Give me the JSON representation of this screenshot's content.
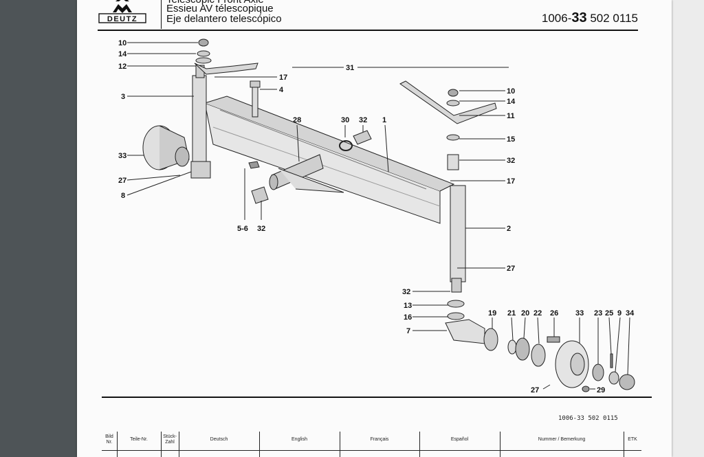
{
  "header": {
    "brand": "DEUTZ",
    "title_en": "Telescopic Front Axle",
    "title_fr": "Essieu AV télescopique",
    "title_es": "Eje delantero telescópico",
    "code_prefix": "1006-",
    "code_main": "33",
    "code_suffix": " 502 0115"
  },
  "callouts": {
    "left_col": [
      "10",
      "14",
      "12",
      "3",
      "33",
      "27",
      "8"
    ],
    "n17a": "17",
    "n4": "4",
    "n31": "31",
    "n28": "28",
    "n30": "30",
    "n32a": "32",
    "n1": "1",
    "n56": "5-6",
    "n32b": "32",
    "right_col": [
      "10",
      "14",
      "11",
      "15",
      "32",
      "17",
      "2",
      "27"
    ],
    "lower_left": [
      "32",
      "13",
      "16",
      "7"
    ],
    "hub_row": [
      "19",
      "21",
      "20",
      "22",
      "26",
      "33",
      "23",
      "25",
      "9",
      "34"
    ],
    "n27b": "27",
    "n29": "29"
  },
  "footer": {
    "ref": "1006-33   502 0115",
    "columns": [
      {
        "line1": "Bild",
        "line2": "Nr."
      },
      {
        "line1": "Teile-Nr.",
        "line2": ""
      },
      {
        "line1": "Stück-",
        "line2": "Zahl"
      },
      {
        "line1": "Deutsch",
        "line2": ""
      },
      {
        "line1": "English",
        "line2": ""
      },
      {
        "line1": "Français",
        "line2": ""
      },
      {
        "line1": "Español",
        "line2": ""
      },
      {
        "line1": "Nummer / Bemerkung",
        "line2": ""
      },
      {
        "line1": "ETK",
        "line2": ""
      }
    ]
  }
}
